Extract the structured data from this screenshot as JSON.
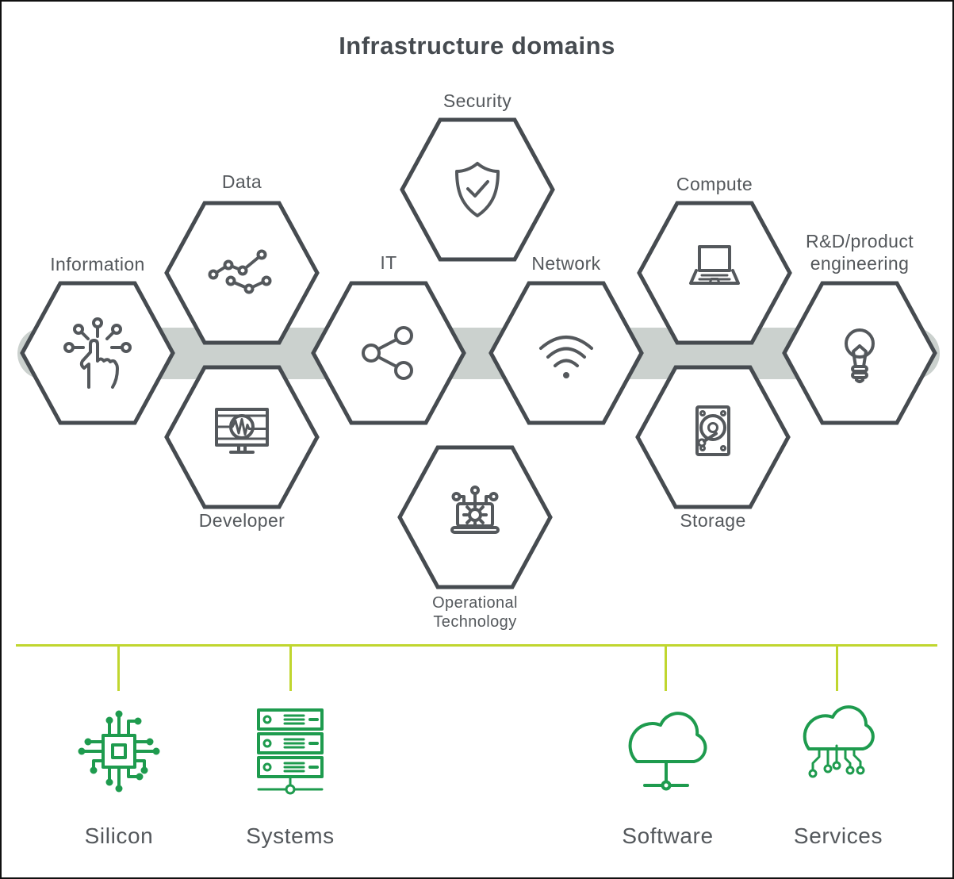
{
  "title": "Infrastructure domains",
  "colors": {
    "ink": "#464b50",
    "icon": "#54585c",
    "label": "#54585c",
    "band": "#cbd1ce",
    "green": "#1e9b4e",
    "chartreuse": "#c0d62f"
  },
  "domains": [
    {
      "label": "Information",
      "icon": "touch-icon"
    },
    {
      "label": "Data",
      "icon": "line-chart-icon"
    },
    {
      "label": "Security",
      "icon": "shield-check-icon"
    },
    {
      "label": "IT",
      "icon": "share-nodes-icon"
    },
    {
      "label": "Network",
      "icon": "wifi-icon"
    },
    {
      "label": "Compute",
      "icon": "laptop-icon"
    },
    {
      "label": "R&D/product engineering",
      "icon": "lightbulb-icon"
    },
    {
      "label": "Developer",
      "icon": "monitor-pulse-icon"
    },
    {
      "label": "Operational Technology",
      "icon": "laptop-gear-icon"
    },
    {
      "label": "Storage",
      "icon": "hard-drive-icon"
    }
  ],
  "foundation": [
    {
      "label": "Silicon",
      "icon": "chip-icon"
    },
    {
      "label": "Systems",
      "icon": "server-rack-icon"
    },
    {
      "label": "Software",
      "icon": "cloud-network-icon"
    },
    {
      "label": "Services",
      "icon": "cloud-circuit-icon"
    }
  ]
}
